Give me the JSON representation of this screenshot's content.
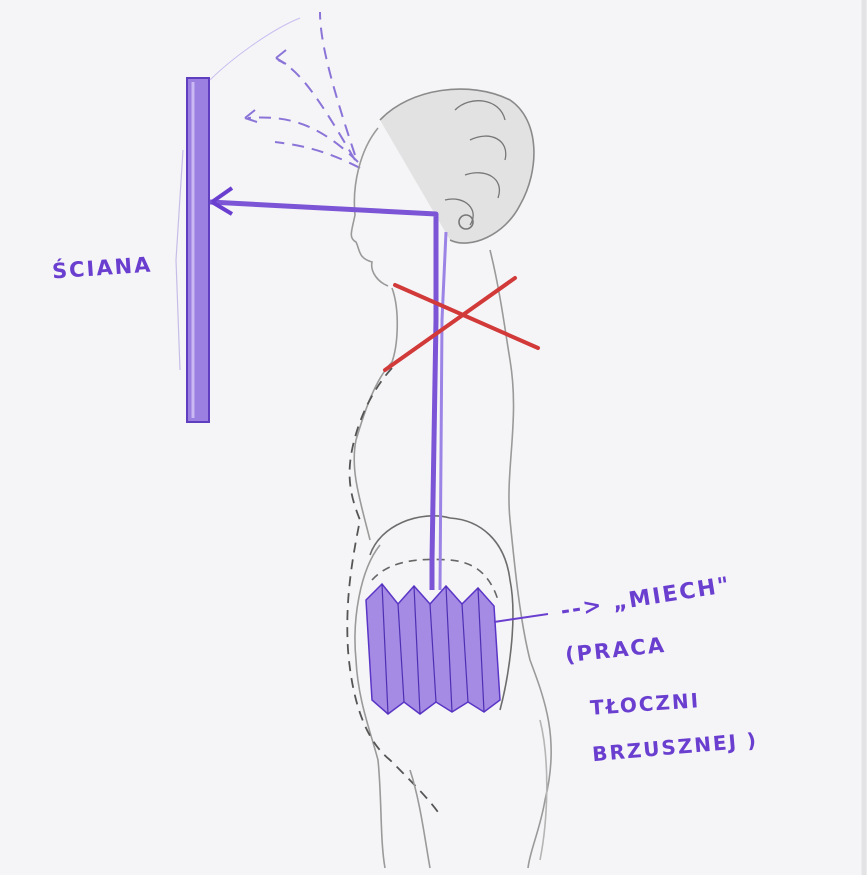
{
  "labels": {
    "wall": "ŚCIANA",
    "bellows_arrow": "-->",
    "bellows": "„MIECH\"",
    "explanation_line1": "(PRACA",
    "explanation_line2": "TŁOCZNI",
    "explanation_line3": "BRZUSZNEJ )"
  },
  "colors": {
    "pencil_purple": "#7b55d6",
    "ink_purple": "#6a3fd0",
    "graphite": "#8a8a8a",
    "cross_red": "#d23a3a",
    "paper": "#f5f5f7"
  }
}
